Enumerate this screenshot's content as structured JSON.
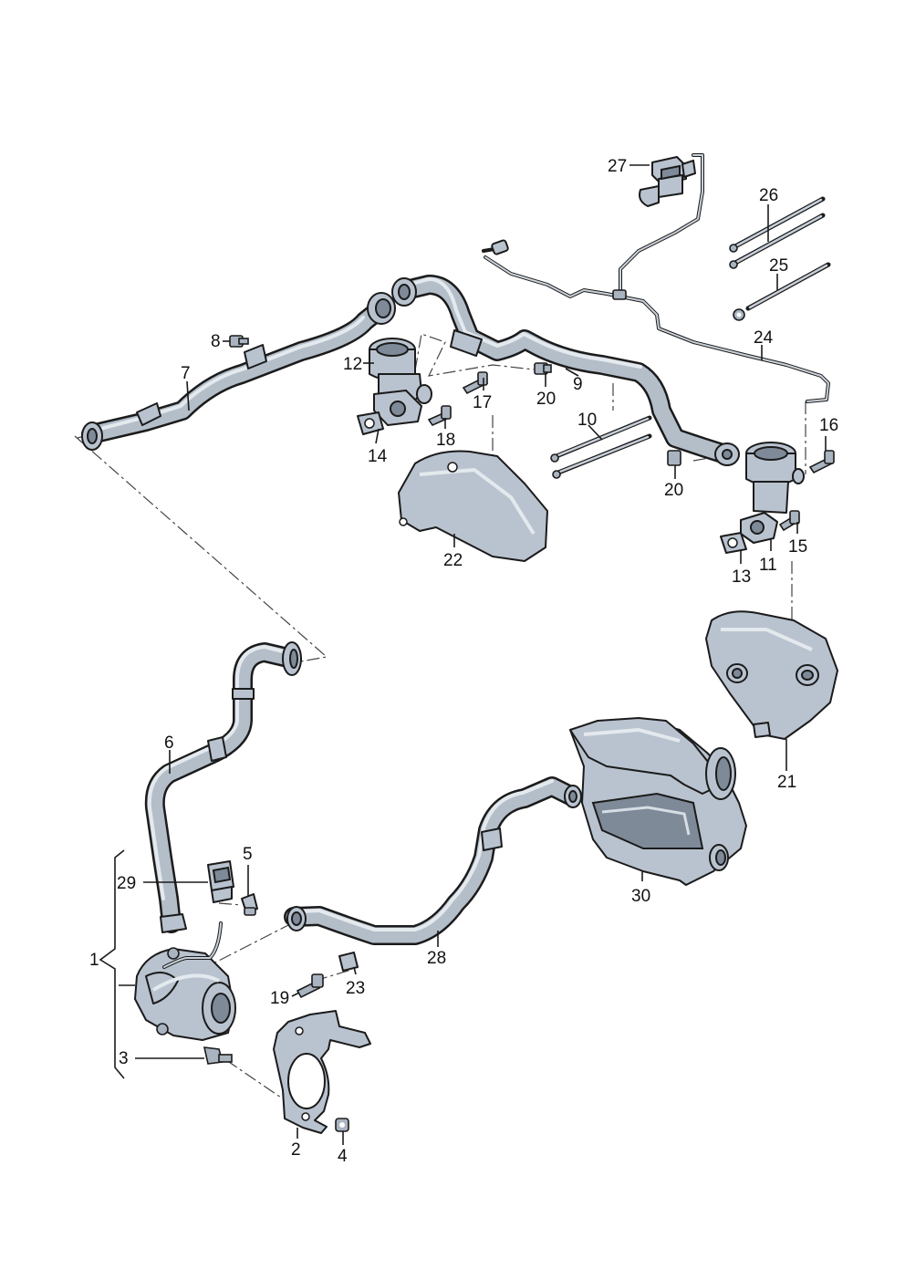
{
  "diagram": {
    "callouts": [
      {
        "id": "c1",
        "label": "1"
      },
      {
        "id": "c2",
        "label": "2"
      },
      {
        "id": "c3",
        "label": "3"
      },
      {
        "id": "c4",
        "label": "4"
      },
      {
        "id": "c5",
        "label": "5"
      },
      {
        "id": "c6",
        "label": "6"
      },
      {
        "id": "c7",
        "label": "7"
      },
      {
        "id": "c8",
        "label": "8"
      },
      {
        "id": "c9",
        "label": "9"
      },
      {
        "id": "c10",
        "label": "10"
      },
      {
        "id": "c11",
        "label": "11"
      },
      {
        "id": "c12",
        "label": "12"
      },
      {
        "id": "c13",
        "label": "13"
      },
      {
        "id": "c14",
        "label": "14"
      },
      {
        "id": "c15",
        "label": "15"
      },
      {
        "id": "c16",
        "label": "16"
      },
      {
        "id": "c17",
        "label": "17"
      },
      {
        "id": "c18",
        "label": "18"
      },
      {
        "id": "c19",
        "label": "19"
      },
      {
        "id": "c20a",
        "label": "20"
      },
      {
        "id": "c20b",
        "label": "20"
      },
      {
        "id": "c21",
        "label": "21"
      },
      {
        "id": "c22",
        "label": "22"
      },
      {
        "id": "c23",
        "label": "23"
      },
      {
        "id": "c24",
        "label": "24"
      },
      {
        "id": "c25",
        "label": "25"
      },
      {
        "id": "c26",
        "label": "26"
      },
      {
        "id": "c27",
        "label": "27"
      },
      {
        "id": "c28",
        "label": "28"
      },
      {
        "id": "c29",
        "label": "29"
      },
      {
        "id": "c30",
        "label": "30"
      }
    ]
  }
}
